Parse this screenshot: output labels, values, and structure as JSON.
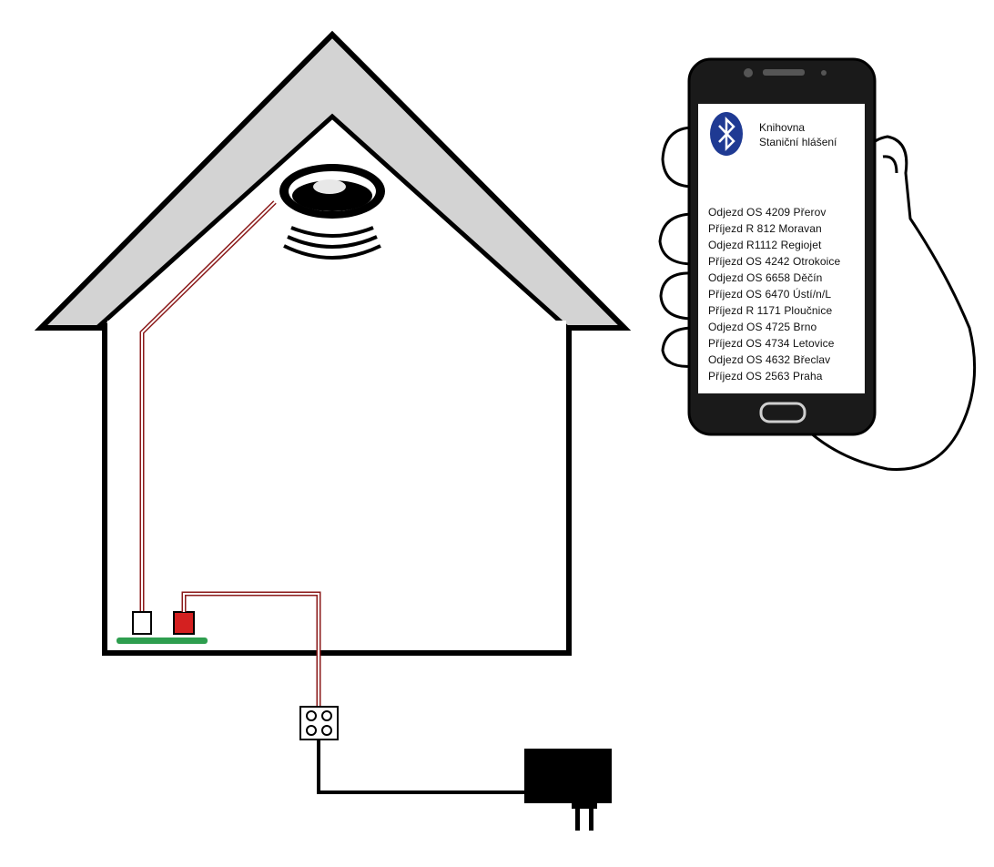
{
  "phone": {
    "app_title": "Knihovna",
    "app_subtitle": "Staniční hlášení",
    "bluetooth_icon": "bluetooth-icon",
    "brand_color": "#1f3a93",
    "announcements": [
      "Odjezd OS 4209 Přerov",
      "Příjezd R 812 Moravan",
      "Odjezd R1112 Regiojet",
      "Příjezd OS 4242 Otrokoice",
      "Odjezd OS 6658 Děčín",
      "Příjezd OS 6470 Ústí/n/L",
      "Příjezd R 1171 Ploučnice",
      "Odjezd OS 4725 Brno",
      "Příjezd OS 4734 Letovice",
      "Odjezd OS 4632 Břeclav",
      "Příjezd OS 2563 Praha"
    ]
  },
  "diagram": {
    "components": [
      "house",
      "roof",
      "speaker",
      "speaker-wire",
      "white-module",
      "red-module",
      "green-board",
      "power-wire",
      "terminal-block",
      "power-adapter"
    ],
    "colors": {
      "roof_fill": "#d3d3d3",
      "outline": "#000000",
      "board": "#2e9e4f",
      "module_red": "#d42020",
      "wire_red": "#8b1a1a"
    }
  }
}
